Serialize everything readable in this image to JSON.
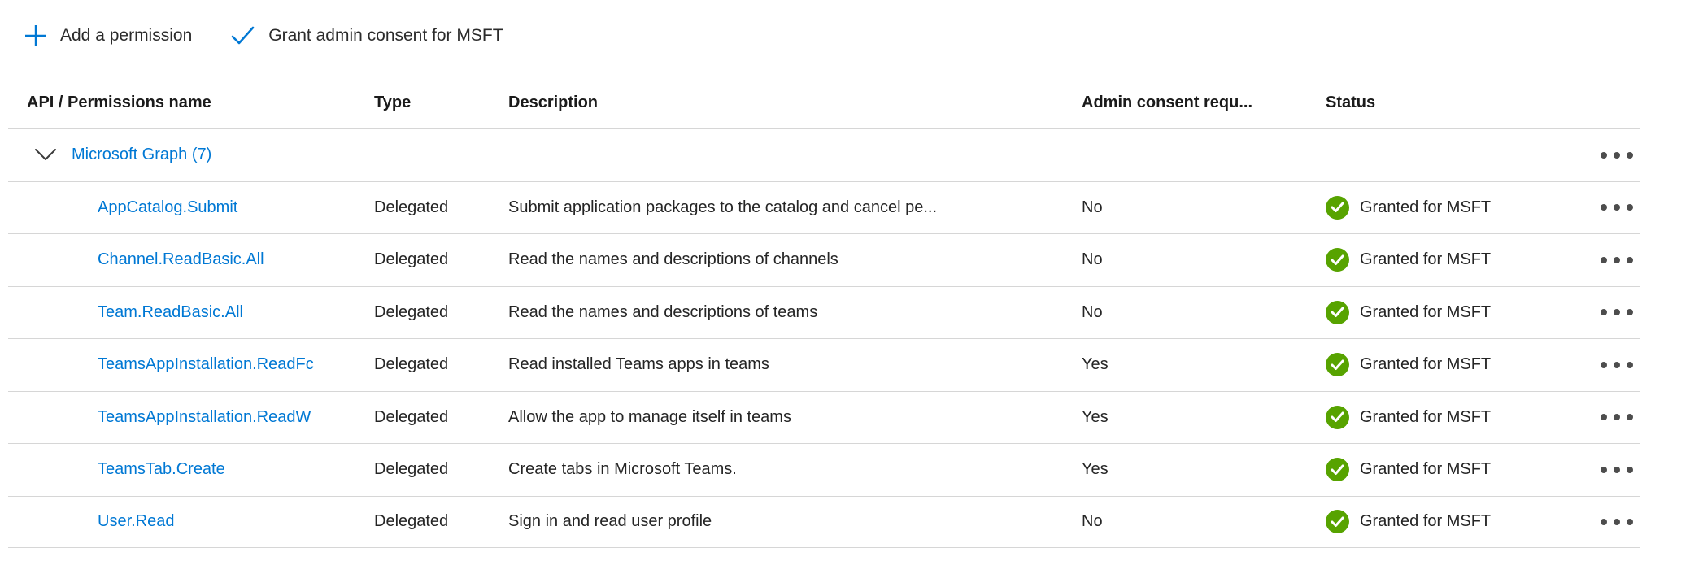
{
  "colors": {
    "accent_blue": "#0078d4",
    "success_green": "#57a300",
    "text_dark": "#252525",
    "divider": "#d6d6d6"
  },
  "toolbar": {
    "add_permission_label": "Add a permission",
    "grant_admin_consent_label": "Grant admin consent for MSFT"
  },
  "table": {
    "headers": {
      "name": "API / Permissions name",
      "type": "Type",
      "description": "Description",
      "admin_consent": "Admin consent requ...",
      "status": "Status"
    },
    "group": {
      "label": "Microsoft Graph (7)"
    },
    "rows": [
      {
        "name": "AppCatalog.Submit",
        "type": "Delegated",
        "description": "Submit application packages to the catalog and cancel pe...",
        "admin_consent": "No",
        "status": "Granted for MSFT"
      },
      {
        "name": "Channel.ReadBasic.All",
        "type": "Delegated",
        "description": "Read the names and descriptions of channels",
        "admin_consent": "No",
        "status": "Granted for MSFT"
      },
      {
        "name": "Team.ReadBasic.All",
        "type": "Delegated",
        "description": "Read the names and descriptions of teams",
        "admin_consent": "No",
        "status": "Granted for MSFT"
      },
      {
        "name": "TeamsAppInstallation.ReadFc",
        "type": "Delegated",
        "description": "Read installed Teams apps in teams",
        "admin_consent": "Yes",
        "status": "Granted for MSFT"
      },
      {
        "name": "TeamsAppInstallation.ReadW",
        "type": "Delegated",
        "description": "Allow the app to manage itself in teams",
        "admin_consent": "Yes",
        "status": "Granted for MSFT"
      },
      {
        "name": "TeamsTab.Create",
        "type": "Delegated",
        "description": "Create tabs in Microsoft Teams.",
        "admin_consent": "Yes",
        "status": "Granted for MSFT"
      },
      {
        "name": "User.Read",
        "type": "Delegated",
        "description": "Sign in and read user profile",
        "admin_consent": "No",
        "status": "Granted for MSFT"
      }
    ]
  }
}
